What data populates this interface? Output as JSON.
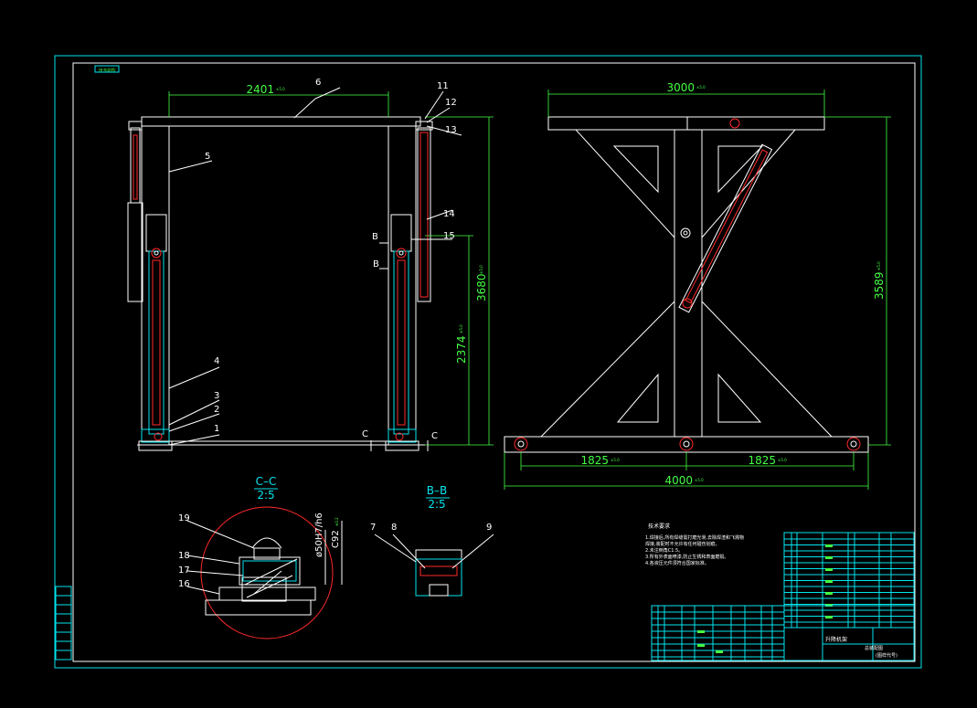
{
  "stamp": "(补充说明)",
  "front_view": {
    "width_dim": "2401",
    "width_tol": "±5.0",
    "height_dim_1": "3680",
    "height_tol_1": "±5.0",
    "height_dim_2": "2374",
    "height_tol_2": "±5.0",
    "section_b_top": "B",
    "section_b_bottom": "B",
    "section_c_left": "C",
    "section_c_right": "C",
    "balloons": [
      "1",
      "2",
      "3",
      "4",
      "5",
      "6",
      "11",
      "12",
      "13",
      "14",
      "15"
    ]
  },
  "side_view": {
    "top_dim": "3000",
    "top_tol": "±5.0",
    "height_dim": "3589",
    "height_tol": "±5.0",
    "bottom_dim_left": "1825",
    "bottom_dim_right": "1825",
    "bottom_tol": "±5.0",
    "total_dim": "4000",
    "total_tol": "±5.0"
  },
  "section_cc": {
    "title": "C–C",
    "scale": "2:5",
    "fit": "ø50H7/h6",
    "chamfer": "C92",
    "chamfer_tol": "±0.2",
    "balloons": [
      "19",
      "18",
      "17",
      "16"
    ]
  },
  "section_bb": {
    "title": "B–B",
    "scale": "2:5",
    "balloons": [
      "7",
      "8",
      "9"
    ]
  },
  "notes": {
    "title": "技术要求",
    "lines": [
      "1.焊接后,所有焊缝需打磨光滑,去除焊渣和飞溅物",
      "   焊接,装配时不允许有任何碰伤划痕。",
      "2.未注倒角C1.5。",
      "3.所有外表面喷漆,防止生锈和表面磨损。",
      "4.各液压元件须符合国家标准。"
    ]
  },
  "title_block": {
    "name": "升降机架",
    "drawing_no": "总装配图",
    "sub": "(图样代号)"
  },
  "colors": {
    "background": "#000000",
    "frame": "#00e5ee",
    "geometry": "#ffffff",
    "dimension": "#44ff44",
    "hidden": "#ff2a2a"
  }
}
